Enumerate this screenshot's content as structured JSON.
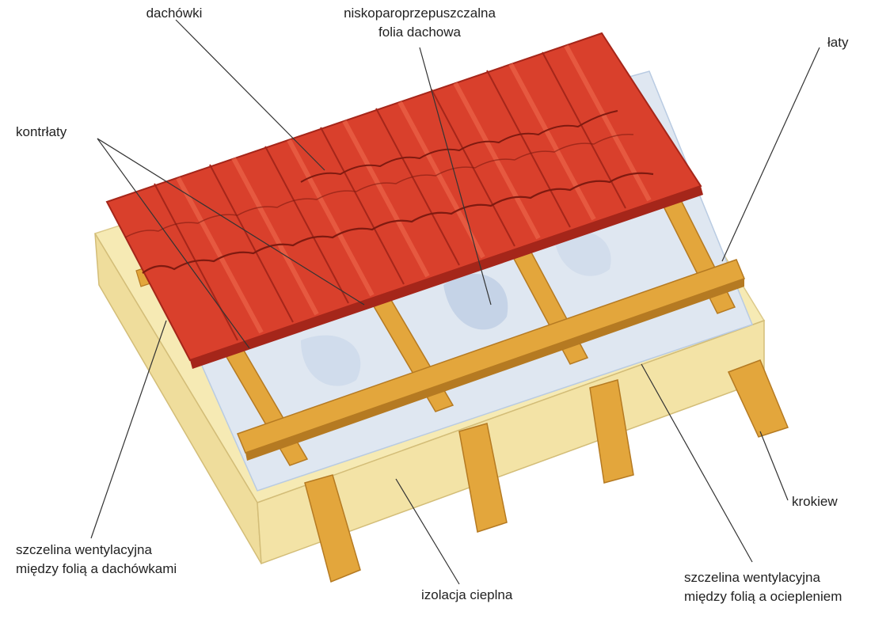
{
  "labels": {
    "dachowki": "dachówki",
    "folia_line1": "niskoparoprzepuszczalna",
    "folia_line2": "folia dachowa",
    "laty": "łaty",
    "kontrlaty": "kontrłaty",
    "krokiew": "krokiew",
    "szczelina_dach_line1": "szczelina wentylacyjna",
    "szczelina_dach_line2": "między folią a dachówkami",
    "izolacja": "izolacja cieplna",
    "szczelina_ociep_line1": "szczelina wentylacyjna",
    "szczelina_ociep_line2": "między folią a ociepleniem"
  },
  "colors": {
    "tile": "#d9402c",
    "tile_dark": "#a5261a",
    "tile_light": "#ef6a4e",
    "wood": "#e3a63c",
    "wood_dark": "#b57a22",
    "insulation": "#f6eab4",
    "insulation_edge": "#dcc98a",
    "membrane": "#dfe7f1",
    "membrane_shade": "#b9cbe2",
    "leader": "#333333"
  }
}
